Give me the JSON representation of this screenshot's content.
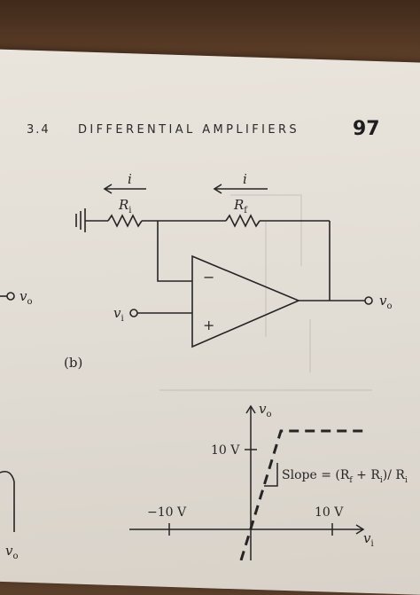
{
  "header": {
    "section_number": "3.4",
    "section_title": "DIFFERENTIAL AMPLIFIERS",
    "page_number": "97"
  },
  "circuit": {
    "current_label_left": "i",
    "current_label_right": "i",
    "resistor_input_label": "R",
    "resistor_input_sub": "i",
    "resistor_feedback_label": "R",
    "resistor_feedback_sub": "f",
    "minus_sign": "−",
    "plus_sign": "+",
    "input_label": "v",
    "input_sub": "i",
    "output_label": "v",
    "output_sub": "o",
    "left_output_label": "v",
    "left_output_sub": "o",
    "figure_label": "(b)"
  },
  "graph": {
    "y_axis_label": "v",
    "y_axis_sub": "o",
    "x_axis_label": "v",
    "x_axis_sub": "i",
    "y_tick_label": "10 V",
    "x_tick_neg_label": "−10 V",
    "x_tick_pos_label": "10 V",
    "slope_label": "Slope = (R",
    "slope_sub_f": "f",
    "slope_plus": " + R",
    "slope_sub_i": "i",
    "slope_div": ")/ R",
    "slope_sub_i2": "i"
  },
  "bottom_left_label": "v",
  "bottom_left_sub": "o"
}
